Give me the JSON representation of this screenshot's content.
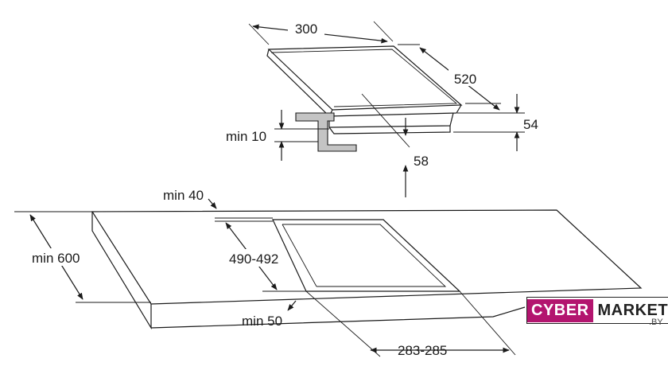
{
  "dimensions": {
    "hob_width": "300",
    "hob_depth": "520",
    "hob_height": "54",
    "cutout_below": "58",
    "min_gap_below": "min 10",
    "min_front_edge": "min 40",
    "min_worktop_depth": "min 600",
    "cutout_depth": "490-492",
    "min_side_edge": "min 50",
    "cutout_width": "283-285"
  },
  "logo": {
    "left_text": "CYBER",
    "right_text": "MARKET",
    "suffix": ".BY",
    "brand_color": "#b3156f"
  }
}
